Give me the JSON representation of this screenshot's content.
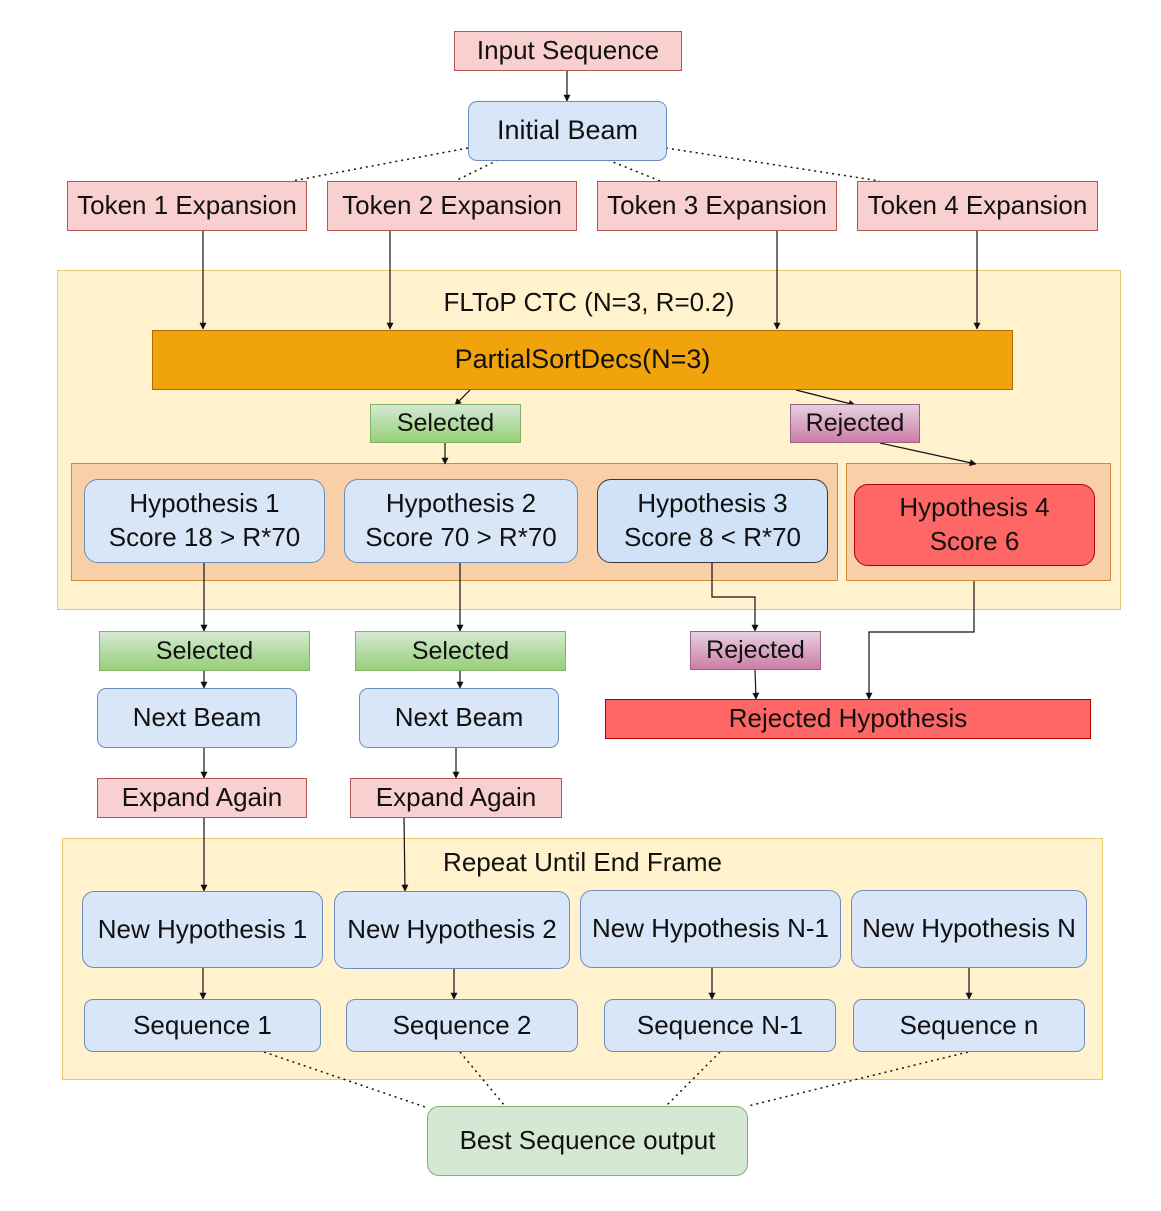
{
  "diagram": {
    "input_sequence": "Input Sequence",
    "initial_beam": "Initial Beam",
    "token_expansions": [
      "Token 1 Expansion",
      "Token 2 Expansion",
      "Token 3 Expansion",
      "Token 4 Expansion"
    ],
    "fltop_container_title": "FLToP CTC (N=3, R=0.2)",
    "partial_sort": "PartialSortDecs(N=3)",
    "selected_label": "Selected",
    "rejected_label": "Rejected",
    "hypotheses": [
      {
        "name": "Hypothesis 1",
        "score": "Score 18 > R*70"
      },
      {
        "name": "Hypothesis 2",
        "score": "Score 70 > R*70"
      },
      {
        "name": "Hypothesis 3",
        "score": "Score 8 < R*70"
      },
      {
        "name": "Hypothesis 4",
        "score": "Score 6"
      }
    ],
    "next_beam": "Next Beam",
    "expand_again": "Expand Again",
    "rejected_hypothesis": "Rejected Hypothesis",
    "repeat_container_title": "Repeat Until End Frame",
    "new_hypotheses": [
      "New Hypothesis 1",
      "New Hypothesis 2",
      "New Hypothesis N-1",
      "New Hypothesis N"
    ],
    "sequences": [
      "Sequence 1",
      "Sequence 2",
      "Sequence N-1",
      "Sequence n"
    ],
    "best_output": "Best Sequence output"
  },
  "colors": {
    "token_fill": "#f8d0cf",
    "beam_fill": "#d9e6f7",
    "container_fill": "#fff2cc",
    "hypothesis_group_fill": "#f8cfa6",
    "partial_sort_fill": "#f0a30a",
    "selected_fill": "#97d077",
    "rejected_fill": "#cd7da8",
    "rejected_hypothesis_fill": "#ff6666",
    "output_fill": "#d5e8d4"
  }
}
